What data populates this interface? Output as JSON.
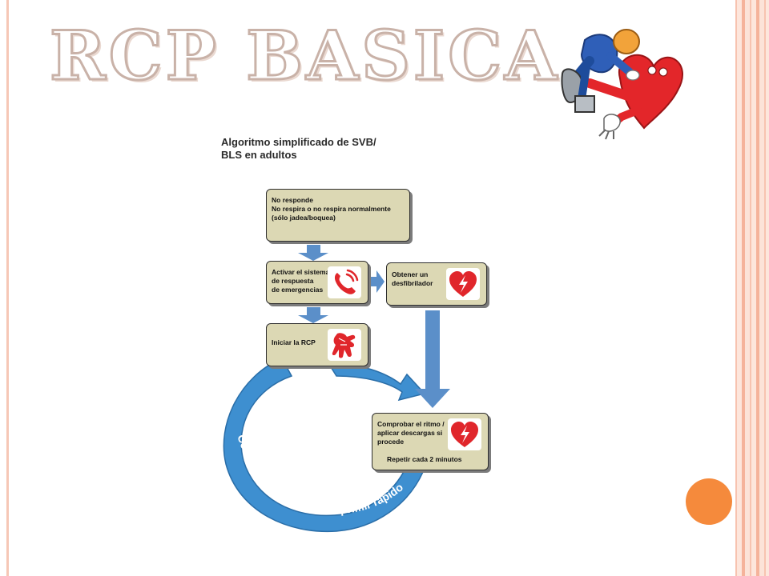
{
  "slide": {
    "title": "RCP BASICA"
  },
  "algorithm": {
    "title_line1": "Algoritmo simplificado de SVB/",
    "title_line2": "BLS en adultos"
  },
  "steps": {
    "no_responde": {
      "line1": "No responde",
      "line2": "No respira o no respira normalmente",
      "line3": "(sólo jadea/boquea)"
    },
    "activar": {
      "line1": "Activar el sistema",
      "line2": "de respuesta",
      "line3": "de emergencias",
      "icon": "phone-icon"
    },
    "obtener": {
      "line1": "Obtener un",
      "line2": "desfibrilador",
      "icon": "defibrillator-heart-icon"
    },
    "iniciar": {
      "line1": "Iniciar la RCP",
      "icon": "hands-icon"
    },
    "comprobar": {
      "line1": "Comprobar el ritmo /",
      "line2": "aplicar descargas si",
      "line3": "procede",
      "line4": "Repetir cada 2 minutos",
      "icon": "defibrillator-heart-icon"
    }
  },
  "cycle": {
    "label_left": "Comprimir fuerte",
    "separator": "•",
    "label_right": "Comprimir rápido"
  },
  "colors": {
    "box_fill": "#dcd8b4",
    "arrow_blue": "#5b8fc9",
    "cycle_blue": "#3e8fd0",
    "icon_red": "#e0262b",
    "accent_orange": "#f58a3c",
    "frame_pink": "#f7c3b0"
  }
}
